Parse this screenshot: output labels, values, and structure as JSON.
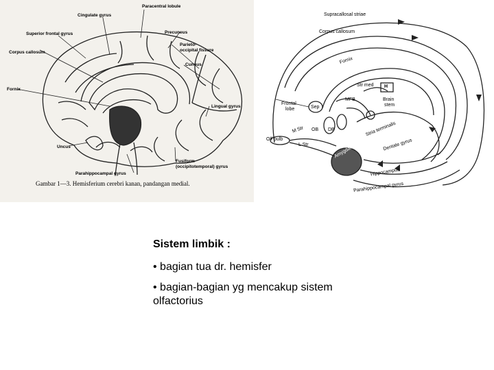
{
  "left_figure": {
    "labels": {
      "paracentral": "Paracentral lobule",
      "cingulate": "Cingulate gyrus",
      "superior_frontal": "Superior frontal gyrus",
      "precuneus": "Precuneus",
      "corpus_callosum": "Corpus callosum",
      "parieto1": "Parieto-",
      "parieto2": "occipital fissure",
      "cuneus": "Cuneus",
      "fornix": "Fornix",
      "lingual": "Lingual gyrus",
      "uncus": "Uncus",
      "fusiform1": "Fusiform",
      "fusiform2": "(occipitotemporal) gyrus",
      "parahippocampal": "Parahippocampal gyrus"
    },
    "caption": "Gambar 1—3.  Hemisferium cerebri kanan, pandangan medial."
  },
  "right_figure": {
    "labels": {
      "supracallosal": "Supracallosal striae",
      "corpus_callosum": "Corpus callosum",
      "fornix": "Fornix",
      "str_med": "Str med",
      "h": "H",
      "frontal1": "Frontal",
      "frontal2": "lobe",
      "sep": "Sep",
      "mfb": "MFB",
      "brain1": "Brain",
      "brain2": "stem",
      "m_str": "M Str",
      "ob": "OB",
      "db": "DB",
      "stria_terminalis": "Stria terminalis",
      "olf_bulb": "Olf bulb",
      "l_str": "L Str",
      "dentate": "Dentate gyrus",
      "amygdala": "Amygdala",
      "hippocampus": "Hippocampus",
      "parahippocampal": "Parahippocampal gyrus"
    }
  },
  "content": {
    "heading": "Sistem limbik :",
    "bullets": [
      "• bagian tua dr. hemisfer",
      "• bagian-bagian yg   mencakup sistem olfactorius"
    ]
  }
}
